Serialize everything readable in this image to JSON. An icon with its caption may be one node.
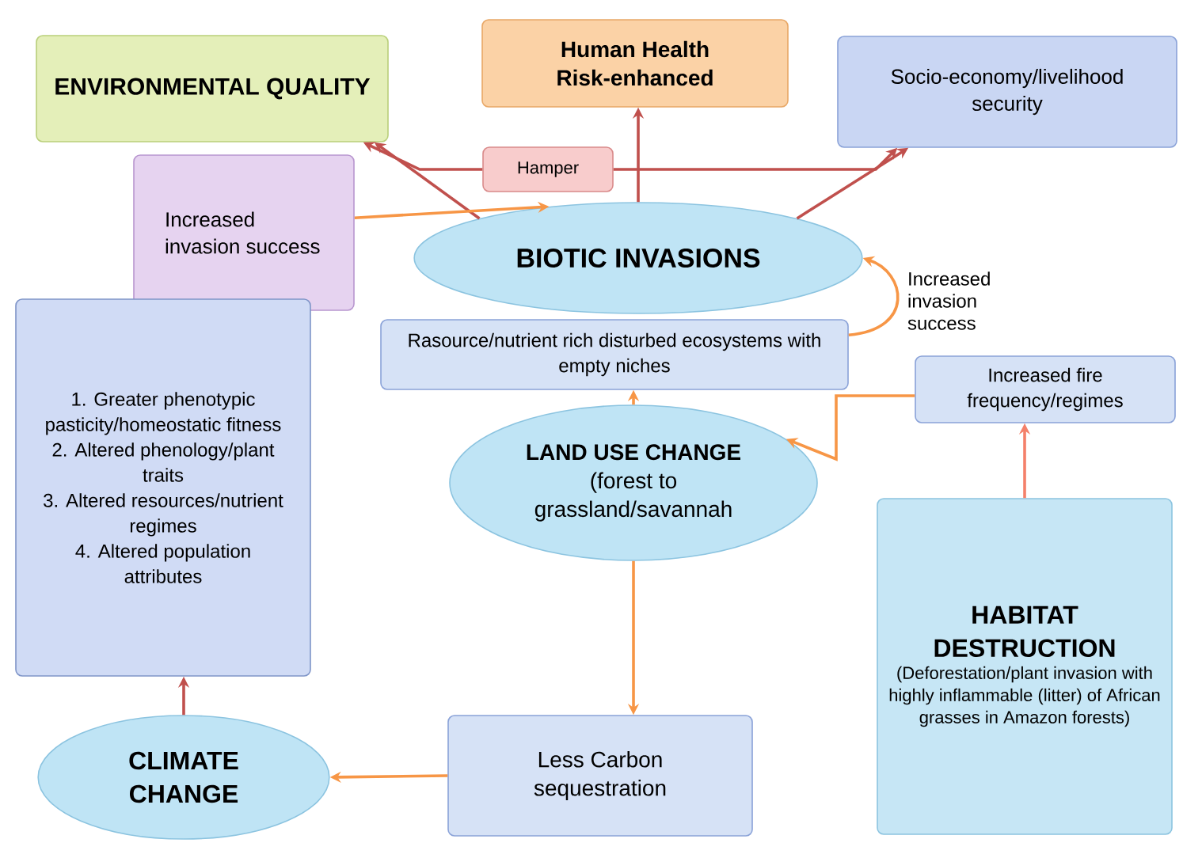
{
  "diagram": {
    "nodes": [
      {
        "text": [
          "ENVIRONMENTAL QUALITY"
        ]
      },
      {
        "text": [
          "Human Health Risk-enhanced"
        ]
      },
      {
        "text": [
          "Socio-economy/livelihood security"
        ]
      },
      {
        "text": [
          "Hamper"
        ]
      },
      {
        "text": [
          "Increased invasion success"
        ]
      },
      {
        "text": [
          "BIOTIC INVASIONS"
        ]
      },
      {
        "text": [
          "Rasource/nutrient rich disturbed ecosystems with empty niches"
        ]
      },
      {
        "text": [
          "1. Greater phenotypic pasticity/homeostatic fitness",
          "2. Altered phenology/plant traits",
          "3. Altered resources/nutrient regimes",
          "4. Altered population attributes"
        ]
      },
      {
        "text": [
          "Increased fire frequency/regimes"
        ]
      },
      {
        "text": [
          "**LAND USE CHANGE** (forest to grassland/savannah"
        ]
      },
      {
        "text": [
          "HABITAT DESTRUCTION",
          "(Deforestation/plant invasion with highly inflammable (litter) of African grasses in Amazon forests)"
        ]
      },
      {
        "text": [
          "Less Carbon sequestration"
        ]
      },
      {
        "text": [
          "CLIMATE CHANGE"
        ]
      }
    ],
    "edges": [
      {
        "from": 5,
        "to": 0,
        "arrow": "to",
        "color": "#c0504d"
      },
      {
        "from": 5,
        "to": 1,
        "arrow": "to",
        "color": "#c0504d"
      },
      {
        "from": 5,
        "to": 2,
        "arrow": "to",
        "color": "#c0504d"
      },
      {
        "from": 3,
        "to": 0,
        "arrow": "to",
        "color": "#c0504d"
      },
      {
        "from": 3,
        "to": 2,
        "arrow": "to",
        "color": "#c0504d"
      },
      {
        "from": 4,
        "to": 5,
        "arrow": "to"
      },
      {
        "from": 6,
        "to": 5,
        "arrow": "to",
        "label": "Increased invasion success"
      },
      {
        "from": 9,
        "to": 6,
        "arrow": "to"
      },
      {
        "from": 8,
        "to": 9,
        "arrow": "to"
      },
      {
        "from": 10,
        "to": 8,
        "arrow": "to",
        "color": "#f4806a"
      },
      {
        "from": 9,
        "to": 11,
        "arrow": "to"
      },
      {
        "from": 11,
        "to": 12,
        "arrow": "to"
      },
      {
        "from": 12,
        "to": 7,
        "arrow": "to",
        "color": "#c0504d"
      }
    ]
  }
}
